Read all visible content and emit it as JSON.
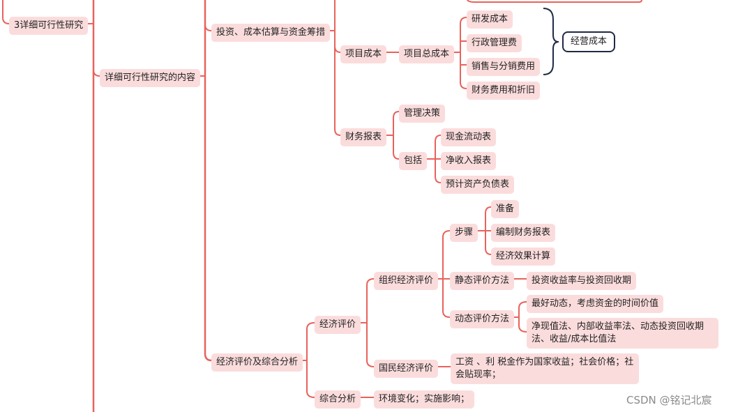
{
  "nodes": {
    "study3": "3详细可行性研究",
    "content": "详细可行性研究的内容",
    "invest": "投资、成本估算与资金筹措",
    "econ_eval_analysis": "经济评价及综合分析",
    "project_cost": "项目成本",
    "total_cost": "项目总成本",
    "rd_cost": "研发成本",
    "admin_fee": "行政管理费",
    "sales_cost": "销售与分销费用",
    "finance_dep": "财务费用和折旧",
    "operating_cost": "经营成本",
    "fin_report": "财务报表",
    "mgmt_decision": "管理决策",
    "include": "包括",
    "cashflow": "现金流动表",
    "net_income": "净收入报表",
    "balance_sheet": "预计资产负债表",
    "econ_eval": "经济评价",
    "org_eval": "组织经济评价",
    "steps": "步骤",
    "prepare": "准备",
    "prepare_reports": "编制财务报表",
    "calc": "经济效果计算",
    "static_method": "静态评价方法",
    "static_detail": "投资收益率与投资回收期",
    "dynamic_method": "动态评价方法",
    "dynamic_best": "最好动态，考虑资金的时间价值",
    "dynamic_list": "净现值法、内部收益率法、动态投资回收期法、收益/成本比值法",
    "national_eval": "国民经济评价",
    "national_detail": "工资 、利 税金作为国家收益；社会价格；社会贴现率；",
    "comprehensive": "综合分析",
    "comprehensive_detail": "环境变化；实施影响；"
  },
  "watermark": "CSDN @铭记北宸",
  "colors": {
    "line": "#e8625b",
    "node_bg": "#fbdcdc",
    "brace": "#1f2a44"
  }
}
